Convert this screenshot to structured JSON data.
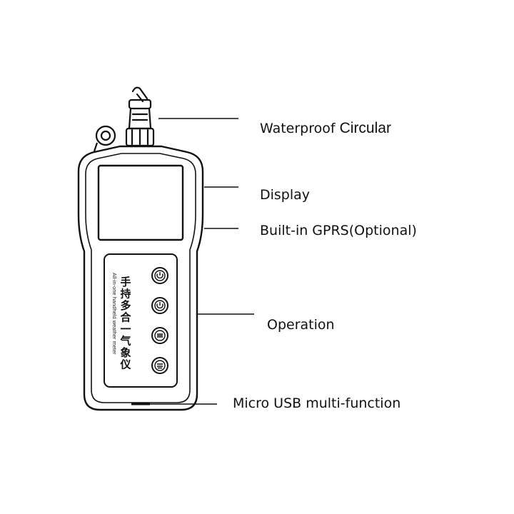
{
  "callouts": {
    "waterproof": {
      "prefix": "Waterproof ",
      "emphasis": "Circular"
    },
    "display": "Display",
    "gprs": "Built-in GPRS(Optional)",
    "operation": "Operation",
    "usb": "Micro USB multi-function"
  },
  "device": {
    "panel_text_cn": [
      "手",
      "持",
      "多",
      "合",
      "一",
      "气",
      "象",
      "仪"
    ],
    "panel_text_en": "All-in-one handheld weather meter",
    "buttons": [
      {
        "icon": "power-icon"
      },
      {
        "icon": "power-icon"
      },
      {
        "icon": "menu-icon"
      },
      {
        "icon": "enter-icon"
      }
    ]
  },
  "colors": {
    "line": "#111111",
    "background": "#ffffff"
  }
}
